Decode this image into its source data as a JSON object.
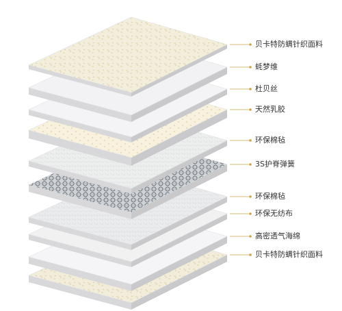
{
  "layers": [
    {
      "id": "jacquard-top",
      "label": "贝卡特防螨针织面料",
      "fill": "#f3eddc",
      "texture": "jacquard"
    },
    {
      "id": "memory-foam",
      "label": "蚝梦维",
      "fill": "#f2f2f4",
      "texture": "plain"
    },
    {
      "id": "du-bei-si",
      "label": "杜贝丝",
      "fill": "#f4f4f6",
      "texture": "plain"
    },
    {
      "id": "latex",
      "label": "天然乳胶",
      "fill": "#f7f1de",
      "texture": "holes"
    },
    {
      "id": "felt-1",
      "label": "环保棉毡",
      "fill": "#eceeee",
      "texture": "felt"
    },
    {
      "id": "spring",
      "label": "3S护脊弹簧",
      "fill": "#cfd3d7",
      "texture": "spring"
    },
    {
      "id": "felt-2",
      "label": "环保棉毡",
      "fill": "#e9ebec",
      "texture": "felt"
    },
    {
      "id": "non-woven",
      "label": "环保无纺布",
      "fill": "#f1f1f2",
      "texture": "plain"
    },
    {
      "id": "hd-foam",
      "label": "高密透气海绵",
      "fill": "#f5f5f7",
      "texture": "plain"
    },
    {
      "id": "jacquard-bottom",
      "label": "贝卡特防螨针织面料",
      "fill": "#f2ecda",
      "texture": "jacquard"
    }
  ],
  "colors": {
    "leader": "#c9a44a",
    "text": "#333333"
  }
}
